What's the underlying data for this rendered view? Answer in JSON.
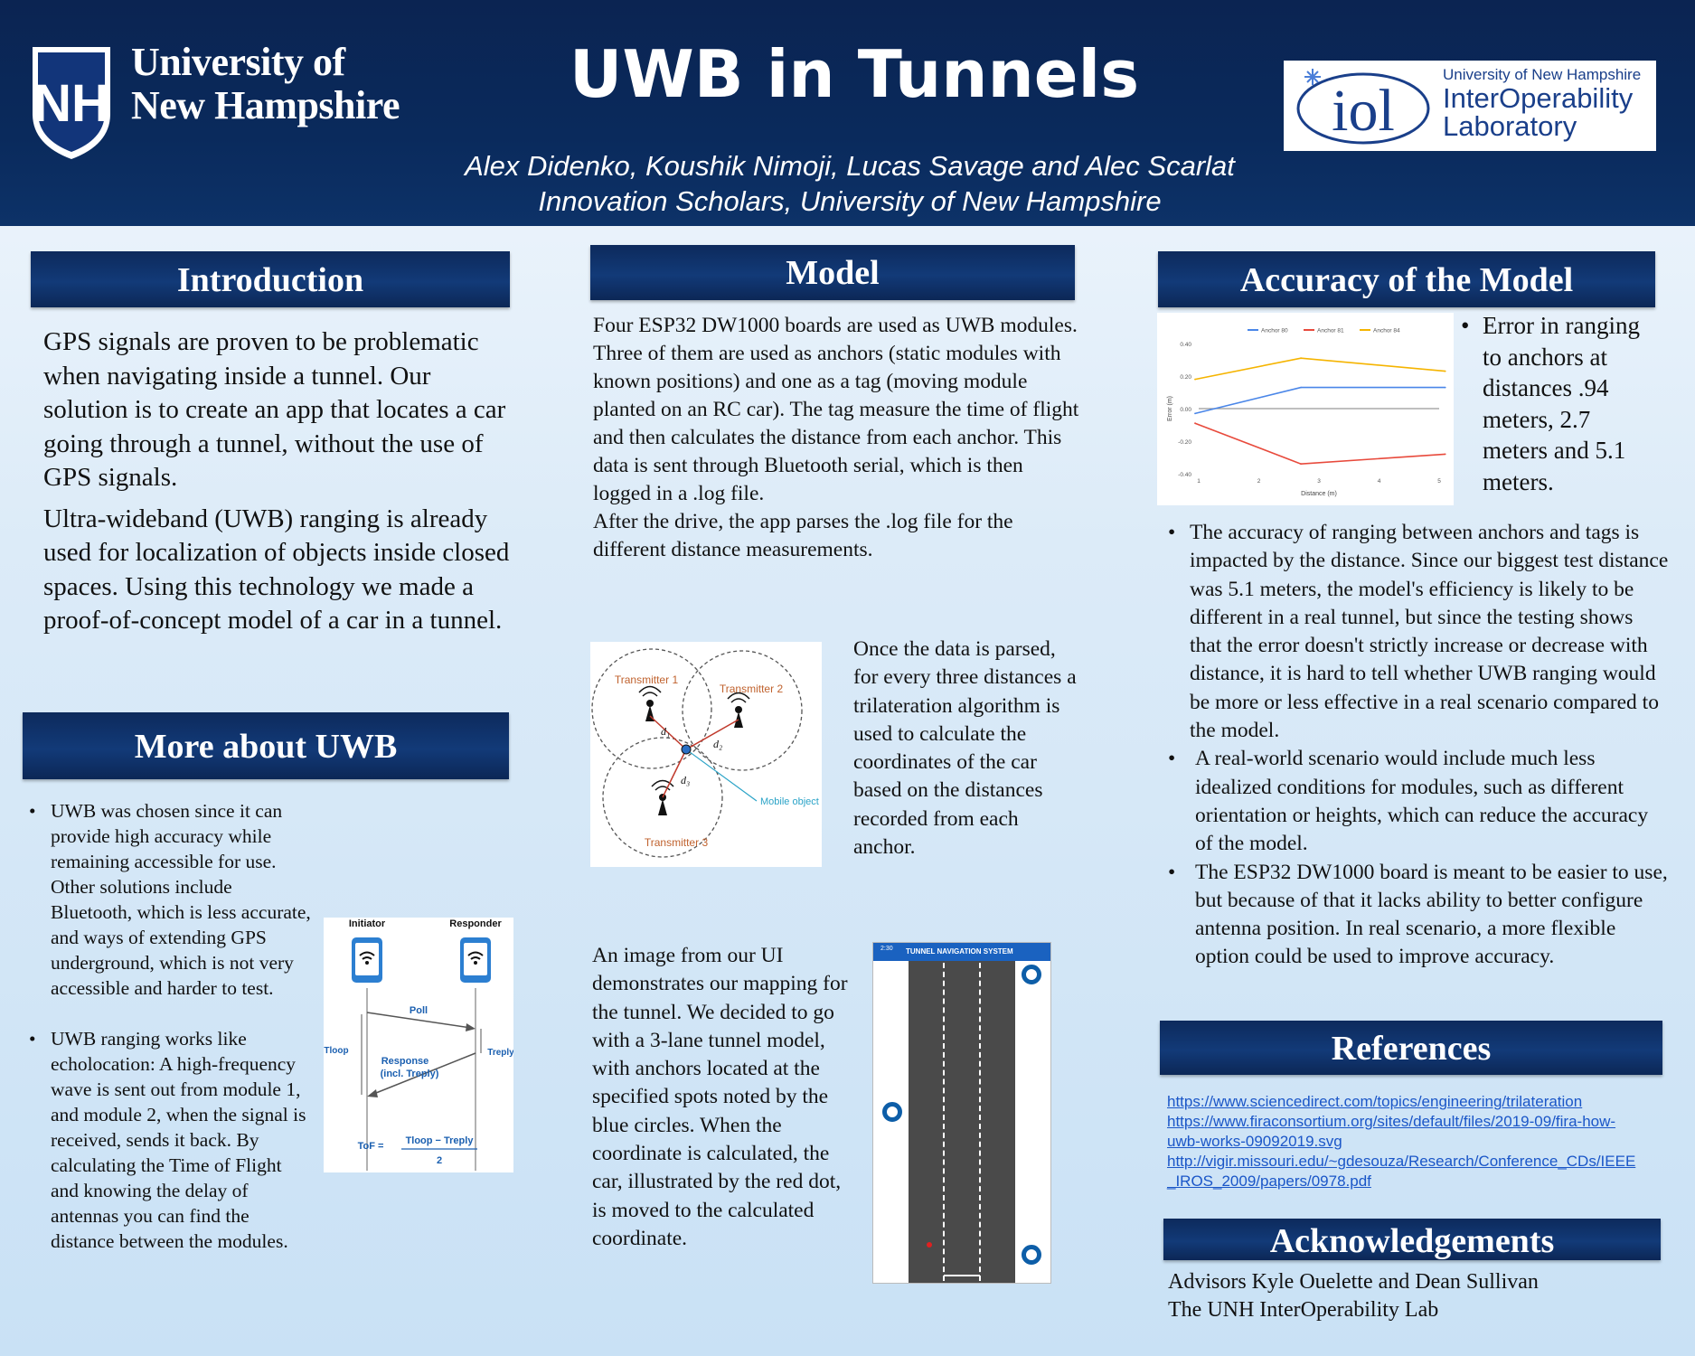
{
  "header": {
    "title": "UWB in Tunnels",
    "authors": "Alex Didenko, Koushik Nimoji, Lucas Savage and Alec Scarlat",
    "affiliation": "Innovation Scholars, University of New Hampshire",
    "left_logo": {
      "line1": "University of",
      "line2": "New Hampshire"
    },
    "right_logo": {
      "line1": "University of New Hampshire",
      "line2": "InterOperability",
      "line3": "Laboratory",
      "mark": "iol"
    }
  },
  "introduction": {
    "heading": "Introduction",
    "p1": "GPS signals are proven to be problematic when navigating inside a tunnel. Our solution is to create an app that locates a car going through a tunnel, without the use of GPS signals.",
    "p2": "Ultra-wideband (UWB) ranging is already used for localization of objects inside closed spaces. Using this technology we made a proof-of-concept model of a car in a tunnel."
  },
  "more_uwb": {
    "heading": "More about UWB",
    "bullets": [
      "UWB was chosen since it can provide high accuracy while remaining accessible for use. Other solutions include Bluetooth, which is less accurate, and ways of extending GPS underground, which is not very accessible and harder to test.",
      "UWB ranging works like echolocation: A high-frequency wave is sent out from module 1, and module 2, when the signal is received, sends it back. By calculating the Time of Flight and knowing the delay of antennas you can find the distance between the modules."
    ],
    "twr_diagram": {
      "initiator": "Initiator",
      "responder": "Responder",
      "poll": "Poll",
      "response": "Response",
      "response2": "(incl. Treply)",
      "tloop": "Tloop",
      "treply": "Treply",
      "tof_prefix": "ToF =",
      "tof_num": "Tloop − Treply",
      "tof_den": "2"
    }
  },
  "model": {
    "heading": "Model",
    "p1": "Four ESP32 DW1000 boards are used as UWB modules. Three of them are used as anchors (static modules with known positions) and one as a tag (moving module planted on an RC car). The tag measure the time of flight and then calculates the distance from each anchor. This data is sent through Bluetooth serial, which is then logged in a .log file.",
    "p2": "After the drive, the app parses the .log file for the different distance measurements.",
    "p3": "Once the data is parsed, for every three distances a trilateration algorithm is used to calculate the coordinates of the car based on the distances recorded from each anchor.",
    "p4": "An image from our UI demonstrates our mapping for the tunnel. We decided to go with a 3-lane tunnel model, with anchors located at the specified spots noted by the blue circles. When the coordinate is calculated, the car, illustrated by the red dot, is moved to the calculated coordinate.",
    "trilat": {
      "t1": "Transmitter 1",
      "t2": "Transmitter 2",
      "t3": "Transmitter 3",
      "mobile": "Mobile object",
      "d1": "d₁",
      "d2": "d₂",
      "d3": "d₃"
    },
    "phone": {
      "time": "2:30",
      "title": "TUNNEL NAVIGATION SYSTEM"
    }
  },
  "accuracy": {
    "heading": "Accuracy of the Model",
    "side_bullet": "Error in ranging to anchors at distances .94 meters, 2.7 meters and 5.1 meters.",
    "bullets": [
      "The accuracy of ranging between anchors and tags is impacted by the distance. Since our biggest test distance was 5.1 meters, the model's efficiency is likely to be different in a real tunnel, but since the testing shows that the error doesn't strictly increase or decrease with distance, it is hard to tell whether UWB ranging would be more or less effective in a real scenario compared to the model.",
      "A real-world scenario would include much less idealized conditions for modules, such as different orientation or heights, which can reduce the accuracy of the model.",
      "The ESP32 DW1000 board is meant to be easier to use, but because of that it lacks ability to better configure antenna position. In  real scenario, a more flexible option could be used to improve accuracy."
    ]
  },
  "references": {
    "heading": "References",
    "lines": [
      "https://www.sciencedirect.com/topics/engineering/trilateration",
      "https://www.firaconsortium.org/sites/default/files/2019-09/fira-how-",
      "uwb-works-09092019.svg",
      "http://vigir.missouri.edu/~gdesouza/Research/Conference_CDs/IEEE",
      "_IROS_2009/papers/0978.pdf"
    ]
  },
  "acknowledgements": {
    "heading": "Acknowledgements",
    "lines": [
      "Advisors Kyle Ouelette and Dean Sullivan",
      "The UNH InterOperability Lab"
    ]
  },
  "chart_data": {
    "type": "line",
    "x": [
      0.94,
      2.7,
      5.1
    ],
    "series": [
      {
        "name": "Anchor 80",
        "values": [
          -0.03,
          0.13,
          0.13
        ],
        "color": "#4a86e8"
      },
      {
        "name": "Anchor 81",
        "values": [
          -0.09,
          -0.34,
          -0.28
        ],
        "color": "#e84a3c"
      },
      {
        "name": "Anchor 84",
        "values": [
          0.18,
          0.31,
          0.23
        ],
        "color": "#f5b400"
      }
    ],
    "xlabel": "Distance (m)",
    "ylabel": "Error (m)",
    "xlim": [
      1,
      5
    ],
    "ylim": [
      -0.4,
      0.4
    ],
    "xticks": [
      "1",
      "2",
      "3",
      "4",
      "5"
    ],
    "yticks": [
      "0.40",
      "0.20",
      "0.00",
      "-0.20",
      "-0.40"
    ],
    "legend_position": "top"
  }
}
